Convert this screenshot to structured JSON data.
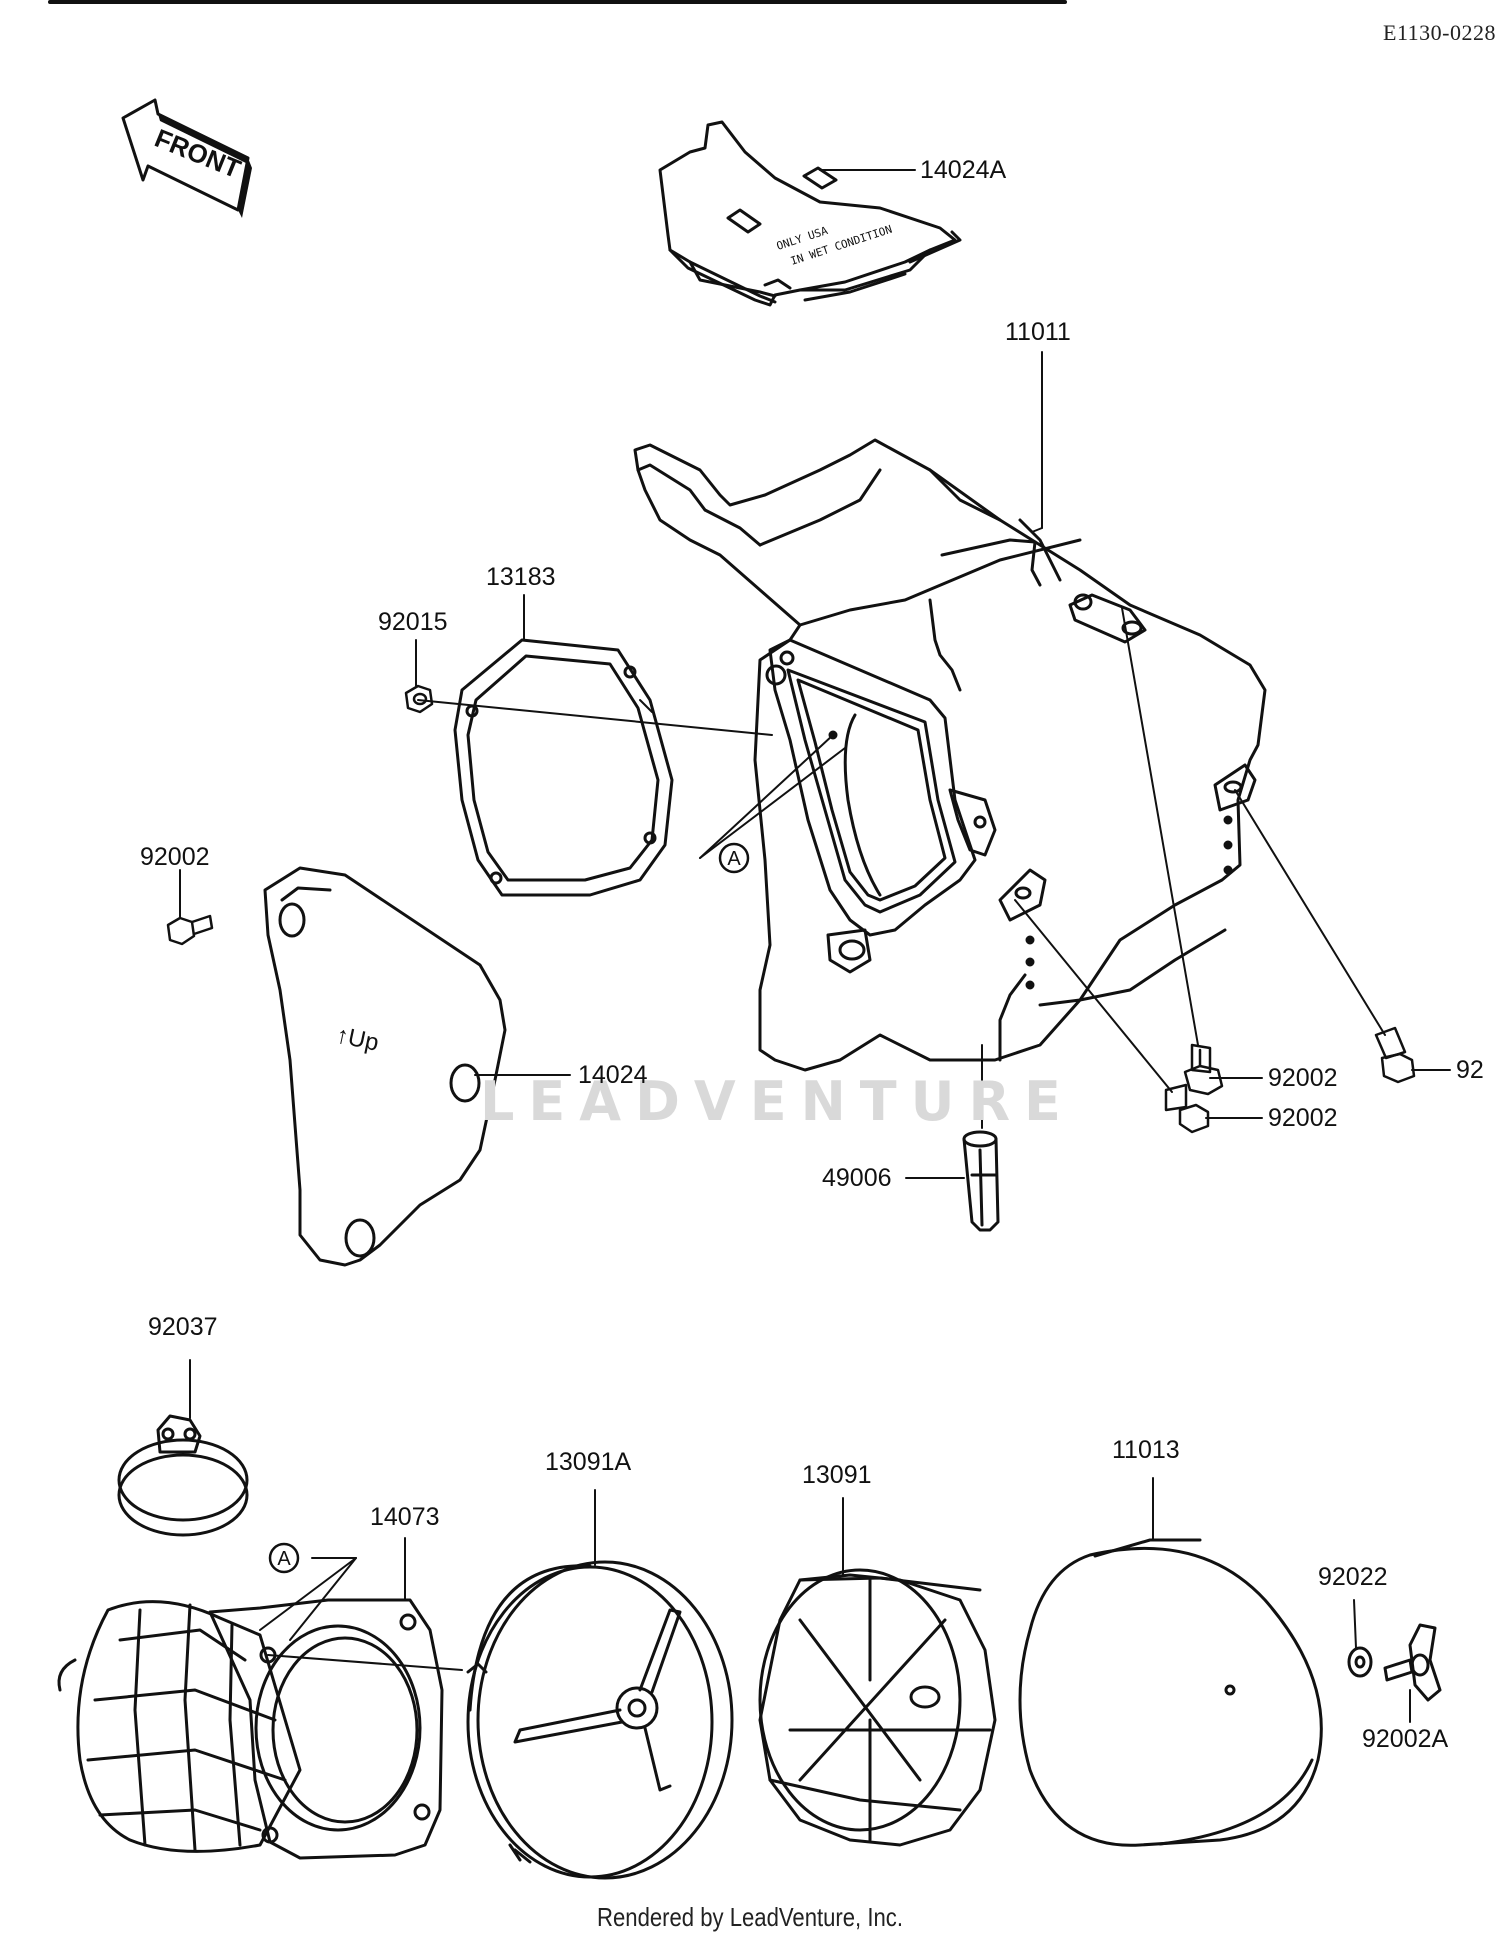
{
  "diagram_code": "E1130-0228",
  "front_arrow_label": "FRONT",
  "up_label": "↑Up",
  "cover_stamp_lines": [
    "ONLY USA",
    "IN WET CONDITION"
  ],
  "reference_marker": "A",
  "watermark": "LEADVENTURE",
  "footer": "Rendered by LeadVenture, Inc.",
  "parts": {
    "cover_top": "14024A",
    "air_box_case": "11011",
    "gasket": "13183",
    "nut": "92015",
    "bolt_left": "92002",
    "cover_plate": "14024",
    "bolt_right_1": "92002",
    "bolt_right_2": "92002",
    "bolt_far_right": "92",
    "drain_cap": "49006",
    "clamp": "92037",
    "duct": "14073",
    "element_holder_plate": "13091A",
    "element_holder": "13091",
    "air_filter_element": "11013",
    "washer": "92022",
    "wing_bolt": "92002A"
  }
}
